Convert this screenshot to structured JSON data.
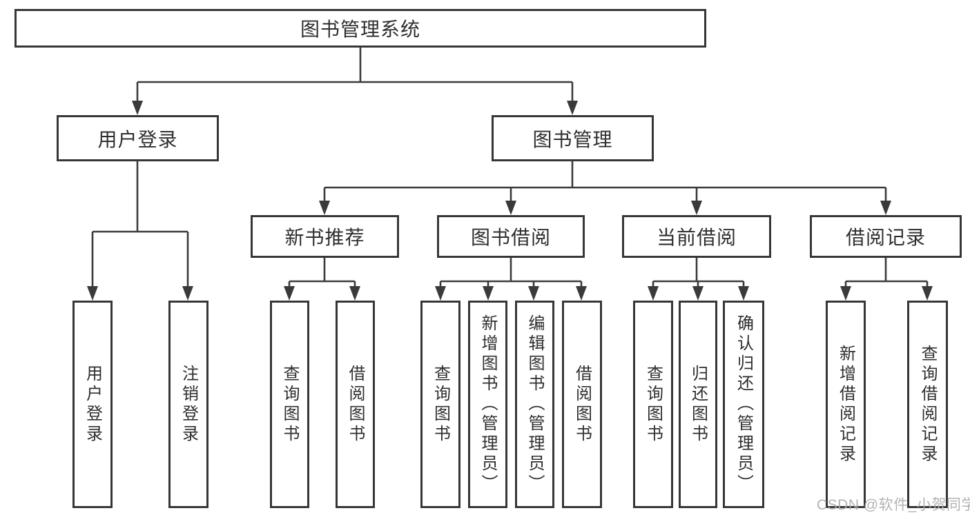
{
  "diagram_title": "图书管理系统",
  "tree": {
    "root": {
      "label": "图书管理系统"
    },
    "level2": [
      {
        "label": "用户登录",
        "children": [
          "用户登录",
          "注销登录"
        ]
      },
      {
        "label": "图书管理"
      }
    ],
    "level3": [
      {
        "label": "新书推荐",
        "children": [
          "查询图书",
          "借阅图书"
        ]
      },
      {
        "label": "图书借阅",
        "children": [
          "查询图书",
          "新增图书（管理员）",
          "编辑图书（管理员）",
          "借阅图书"
        ]
      },
      {
        "label": "当前借阅",
        "children": [
          "查询图书",
          "归还图书",
          "确认归还（管理员）"
        ]
      },
      {
        "label": "借阅记录",
        "children": [
          "新增借阅记录",
          "查询借阅记录"
        ]
      }
    ]
  },
  "watermark": {
    "text": "CSDN @软件_小贺同学"
  },
  "colors": {
    "line": "#3a3a3a",
    "box_border": "#363636",
    "text": "#2e2e2e",
    "watermark": "#acacac",
    "background": "#ffffff"
  }
}
